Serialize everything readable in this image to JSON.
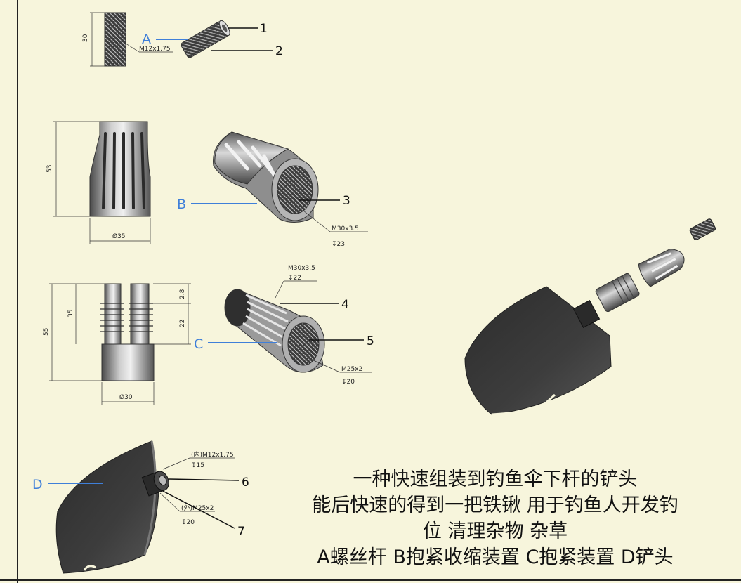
{
  "colors": {
    "background": "#f7f5dc",
    "leader_blue": "#3f7fd9",
    "part_dark": "#3a3a3a",
    "frame": "#222222"
  },
  "parts": {
    "A": {
      "letter": "A",
      "callouts": [
        "1",
        "2"
      ],
      "dimensions": [
        "30"
      ],
      "thread": "M12x1.75"
    },
    "B": {
      "letter": "B",
      "callouts": [
        "3"
      ],
      "dimensions": [
        "53",
        "Ø35"
      ],
      "thread": "M30x3.5",
      "depth": "↧23"
    },
    "C": {
      "letter": "C",
      "callouts": [
        "4",
        "5"
      ],
      "dimensions": [
        "55",
        "35",
        "2.8",
        "22",
        "Ø30"
      ],
      "thread_outer": "M30x3.5",
      "depth_outer": "↧22",
      "thread_inner": "M25x2",
      "depth_inner": "↧20"
    },
    "D": {
      "letter": "D",
      "callouts": [
        "6",
        "7"
      ],
      "thread_inner": "(内)M12x1.75",
      "depth_inner": "↧15",
      "thread_outer": "(外)M25x2",
      "depth_outer": "↧20"
    }
  },
  "caption": {
    "line1": "一种快速组装到钓鱼伞下杆的铲头",
    "line2": "能后快速的得到一把铁锹 用于钓鱼人开发钓",
    "line3": "位 清理杂物 杂草",
    "line4": "A螺丝杆 B抱紧收缩装置 C抱紧装置 D铲头"
  }
}
